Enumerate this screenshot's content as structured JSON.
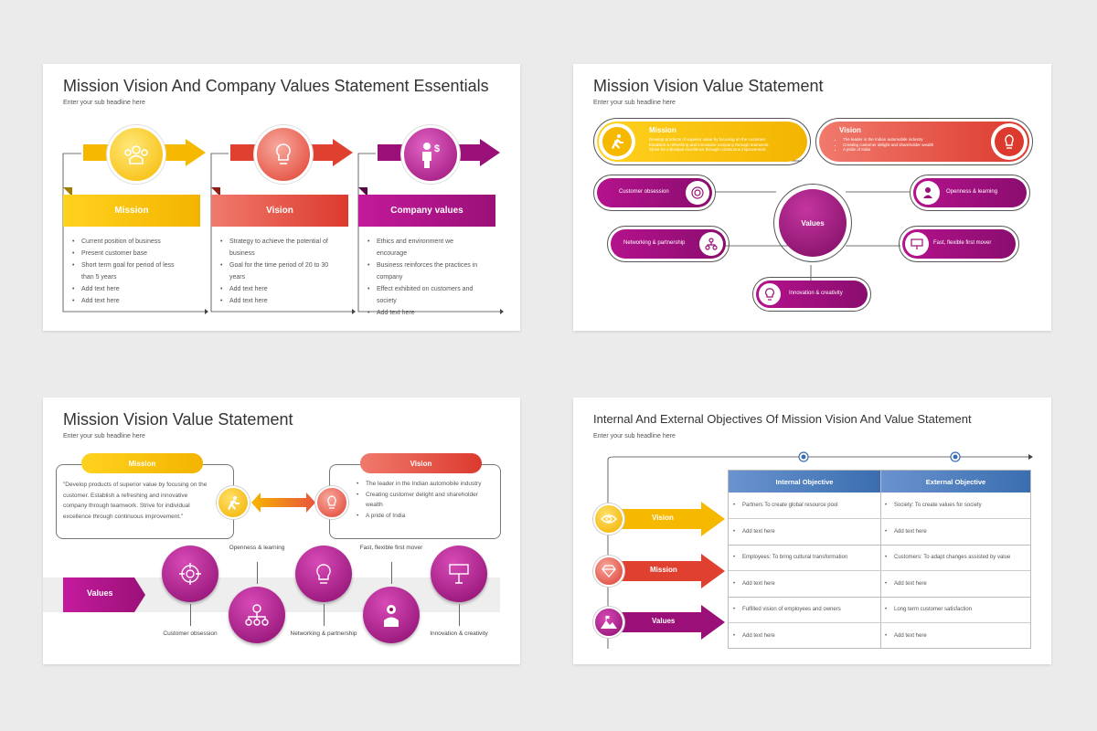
{
  "slide1": {
    "title": "Mission Vision And Company Values Statement Essentials",
    "subtitle": "Enter your sub headline here",
    "columns": [
      {
        "label": "Mission",
        "icon": "team-icon",
        "color": "#f6b900",
        "bullets": [
          "Current position of business",
          "Present customer base",
          "Short term goal for period of less than 5 years",
          "Add text here",
          "Add text here"
        ]
      },
      {
        "label": "Vision",
        "icon": "lightbulb-icon",
        "color": "#e0402f",
        "bullets": [
          "Strategy to achieve the potential of business",
          "Goal for the time period of 20 to 30 years",
          "Add text here",
          "Add text here"
        ]
      },
      {
        "label": "Company values",
        "icon": "businessman-dollar-icon",
        "color": "#9b1078",
        "bullets": [
          "Ethics and environment we encourage",
          "Business reinforces the practices in company",
          "Effect exhibited on customers and society",
          "Add text here"
        ]
      }
    ]
  },
  "slide2": {
    "title": "Mission Vision Value Statement",
    "subtitle": "Enter your sub headline here",
    "mission": {
      "label": "Mission",
      "lines": [
        "Develop products of superior value by focusing on the customer.",
        "Establish a refreshing and innovative company through teamwork.",
        "Strive for individual excellence through continuous improvement."
      ]
    },
    "vision": {
      "label": "Vision",
      "lines": [
        "The leader in the Indian automobile industry",
        "Creating customer delight and shareholder wealth",
        "A pride of India"
      ]
    },
    "center": "Values",
    "values": [
      "Customer obsession",
      "Openness & learning",
      "Networking & partnership",
      "Fast, flexible first mover",
      "Innovation & creativity"
    ]
  },
  "slide3": {
    "title": "Mission Vision Value Statement",
    "subtitle": "Enter your sub headline here",
    "mission": {
      "label": "Mission",
      "text": "\"Develop products of superior value by focusing on the customer. Establish a refreshing and innovative company through teamwork. Strive for individual excellence through continuous improvement.\""
    },
    "vision": {
      "label": "Vision",
      "bullets": [
        "The leader in the Indian automobile industry",
        "Creating customer delight and shareholder wealth",
        "A pride of India"
      ]
    },
    "values_label": "Values",
    "values": [
      "Customer obsession",
      "Openness & learning",
      "Networking & partnership",
      "Fast, flexible first mover",
      "Innovation & creativity"
    ]
  },
  "slide4": {
    "title": "Internal And External Objectives Of Mission Vision And Value Statement",
    "subtitle": "Enter your sub headline here",
    "headers": [
      "Internal Objective",
      "External Objective"
    ],
    "rows": [
      {
        "label": "Vision",
        "icon": "eye-icon",
        "cells": [
          [
            "Partners To create global resource pool",
            "Society: To create values for society"
          ],
          [
            "Add text here",
            "Add text here"
          ]
        ]
      },
      {
        "label": "Mission",
        "icon": "diamond-icon",
        "cells": [
          [
            "Employees: To bring cultural transformation",
            "Customers: To adapt changes assisted by value"
          ],
          [
            "Add text here",
            "Add text here"
          ]
        ]
      },
      {
        "label": "Values",
        "icon": "mountain-flag-icon",
        "cells": [
          [
            "Fulfilled vision of employees and owners",
            "Long term customer satisfaction"
          ],
          [
            "Add text here",
            "Add text here"
          ]
        ]
      }
    ]
  }
}
